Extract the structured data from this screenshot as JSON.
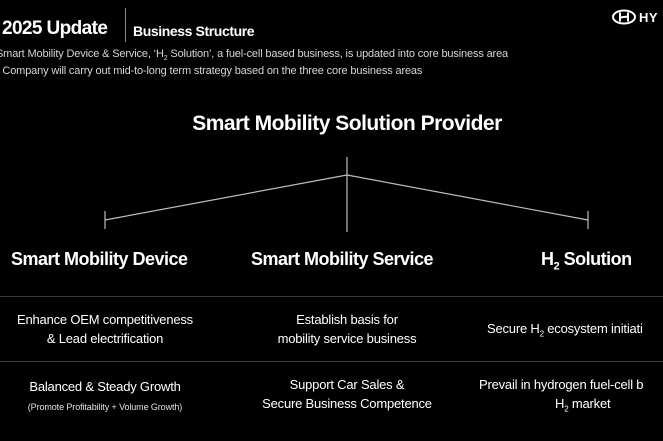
{
  "header": {
    "title": "2025 Update",
    "subtitle": "Business Structure",
    "brand": "HY"
  },
  "description": {
    "line1_before": "Smart Mobility Device & Service, ‘H",
    "line1_sub": "2",
    "line1_after": " Solution’, a fuel-cell based business, is updated into core business area",
    "line2": "r Company will  carry out mid-to-long term strategy based on the three core business areas"
  },
  "provider": "Smart Mobility Solution Provider",
  "columns": [
    {
      "title": "Smart Mobility Device"
    },
    {
      "title": "Smart Mobility Service"
    },
    {
      "title_prefix": "H",
      "title_sub": "2",
      "title_suffix": " Solution"
    }
  ],
  "rows": [
    {
      "device": {
        "line1": "Enhance OEM competitiveness",
        "line2": "& Lead electrification"
      },
      "service": {
        "line1": "Establish basis for",
        "line2": "mobility service business"
      },
      "h2": {
        "prefix": "Secure H",
        "sub": "2",
        "suffix": " ecosystem initiati"
      }
    },
    {
      "device": {
        "line1": "Balanced & Steady Growth",
        "line2": "(Promote Profitability + Volume Growth)"
      },
      "service": {
        "line1": "Support Car Sales &",
        "line2": "Secure Business Competence"
      },
      "h2": {
        "line1": "Prevail in hydrogen fuel-cell b",
        "line2_prefix": "H",
        "line2_sub": "2",
        "line2_suffix": " market"
      }
    }
  ],
  "colors": {
    "background": "#000000",
    "text": "#ffffff",
    "muted": "#d6d6d6",
    "divider": "#3a3a3a",
    "tree_line": "#bdbdbd"
  },
  "icons": {
    "logo": "brand-logo-icon"
  }
}
